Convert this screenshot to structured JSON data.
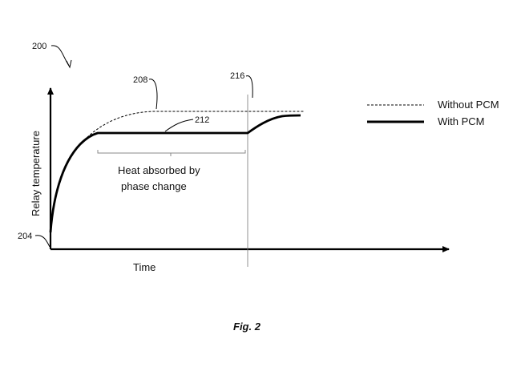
{
  "ref_numerals": {
    "figure": "200",
    "origin": "204",
    "without_curve": "208",
    "with_curve": "212",
    "marker_line": "216"
  },
  "axis": {
    "ylabel": "Relay temperature",
    "xlabel": "Time"
  },
  "annotation": {
    "line1": "Heat absorbed by",
    "line2": "phase change"
  },
  "legend": {
    "without": "Without PCM",
    "with": "With PCM"
  },
  "caption": "Fig. 2"
}
